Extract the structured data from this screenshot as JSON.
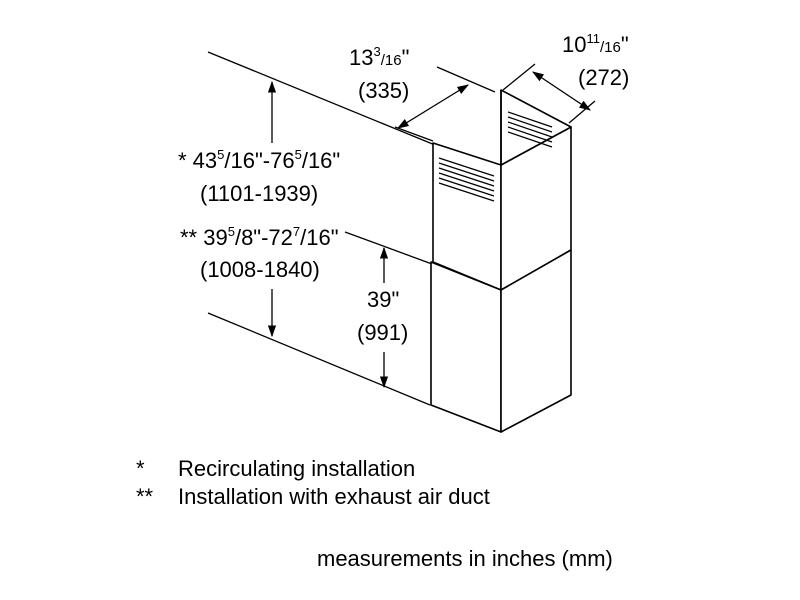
{
  "dimensions": {
    "width_top": {
      "whole": "13",
      "num": "3",
      "den": "/16",
      "quote": "\"",
      "mm": "(335)"
    },
    "depth_top": {
      "whole": "10",
      "num": "11",
      "den": "/16",
      "quote": "\"",
      "mm": "(272)"
    },
    "height_recirc": {
      "prefix": "* 43",
      "num1": "5",
      "mid": "/16\"-76",
      "num2": "5",
      "tail": "/16\"",
      "mm": "(1101-1939)"
    },
    "height_exhaust": {
      "prefix": "** 39",
      "num1": "5",
      "mid": "/8\"-72",
      "num2": "7",
      "tail": "/16\"",
      "mm": "(1008-1840)"
    },
    "lower_chimney": {
      "inches": "39\"",
      "mm": "(991)"
    }
  },
  "legend": [
    {
      "symbol": "*",
      "text": "Recirculating installation"
    },
    {
      "symbol": "**",
      "text": "Installation with exhaust air duct"
    }
  ],
  "footer": "measurements in inches (mm)"
}
